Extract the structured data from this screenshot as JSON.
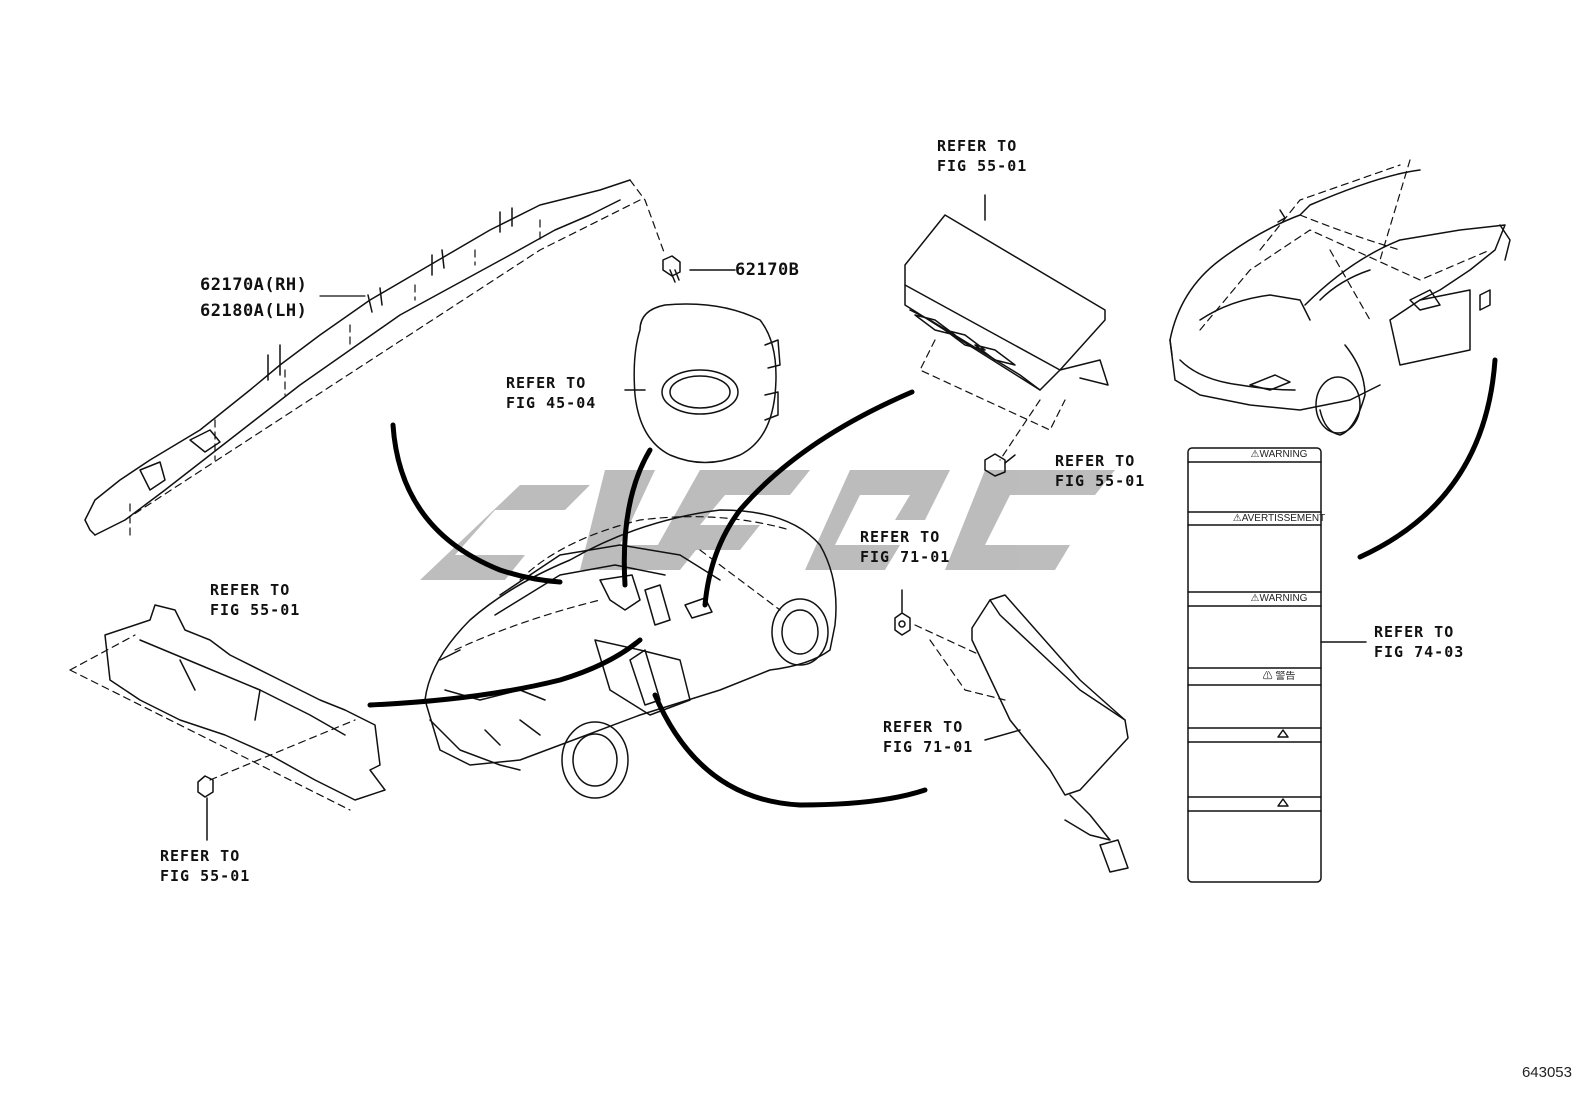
{
  "diagram": {
    "id": "643053",
    "parts": [
      {
        "number": "62170A(RH)"
      },
      {
        "number": "62180A(LH)"
      },
      {
        "number": "62170B"
      }
    ],
    "references": [
      {
        "line1": "REFER TO",
        "line2": "FIG 45-04"
      },
      {
        "line1": "REFER TO",
        "line2": "FIG 55-01"
      },
      {
        "line1": "REFER TO",
        "line2": "FIG 55-01"
      },
      {
        "line1": "REFER TO",
        "line2": "FIG 55-01"
      },
      {
        "line1": "REFER TO",
        "line2": "FIG 55-01"
      },
      {
        "line1": "REFER TO",
        "line2": "FIG 71-01"
      },
      {
        "line1": "REFER TO",
        "line2": "FIG 71-01"
      },
      {
        "line1": "REFER TO",
        "line2": "FIG 74-03"
      }
    ],
    "label_panels": [
      "WARNING",
      "AVERTISSEMENT",
      "WARNING",
      "警告"
    ]
  }
}
